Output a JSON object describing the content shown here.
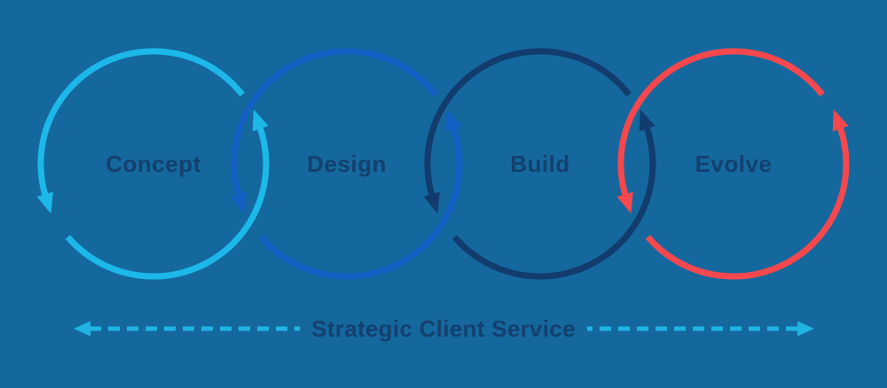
{
  "background_color": "#14689E",
  "diagram": {
    "stages": [
      {
        "label": "Concept",
        "color": "#1CB8E9"
      },
      {
        "label": "Design",
        "color": "#1560C4"
      },
      {
        "label": "Build",
        "color": "#123C6E"
      },
      {
        "label": "Evolve",
        "color": "#F4484E"
      }
    ],
    "label_color": "#14406E",
    "rotation": "counterclockwise"
  },
  "footer": {
    "label": "Strategic Client Service",
    "text_color": "#14406E",
    "dash_color": "#1FB4E4"
  }
}
